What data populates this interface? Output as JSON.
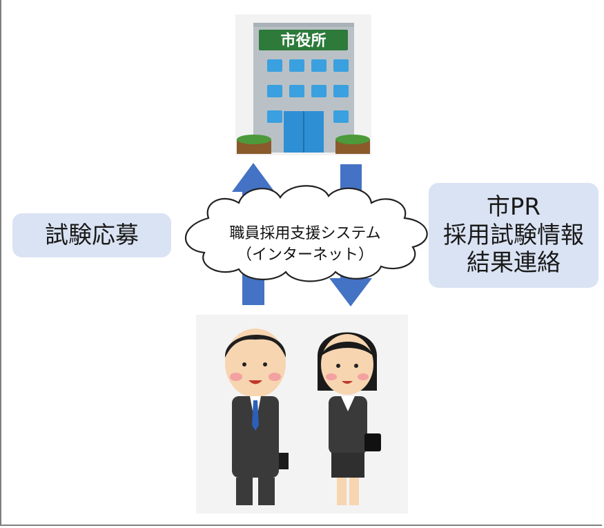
{
  "building": {
    "sign_text": "市役所"
  },
  "labels": {
    "apply": "試験応募",
    "info_line1": "市PR",
    "info_line2": "採用試験情報",
    "info_line3": "結果連絡"
  },
  "cloud": {
    "line1": "職員採用支援システム",
    "line2": "（インターネット）"
  },
  "colors": {
    "arrow": "#4472c4",
    "label_bg": "#dae3f3",
    "sign_bg": "#2d7a3a",
    "building": "#b9c1c6",
    "window": "#3aa0e0",
    "suit": "#3a3a3a"
  },
  "icons": [
    "city-hall-building-icon",
    "job-applicants-icon",
    "internet-cloud-icon",
    "up-arrow-icon",
    "down-arrow-icon"
  ]
}
